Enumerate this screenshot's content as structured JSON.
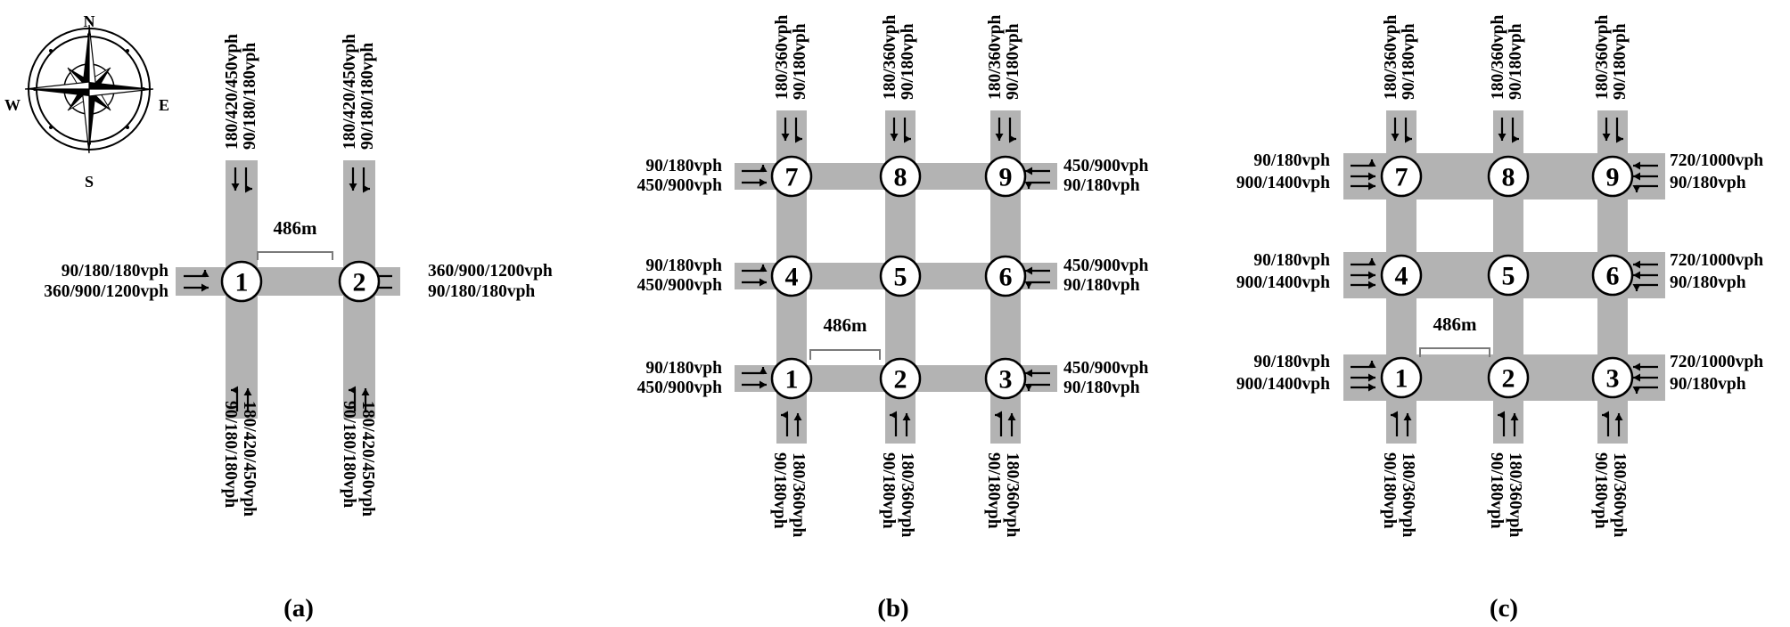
{
  "compass": {
    "north": "N",
    "east": "E",
    "south": "S",
    "west": "W"
  },
  "distance_label": "486m",
  "panels": [
    {
      "caption": "(a)",
      "nodes": [
        "1",
        "2"
      ],
      "north_labels": [
        {
          "line1": "180/420/450vph",
          "line2": "90/180/180vph"
        },
        {
          "line1": "180/420/450vph",
          "line2": "90/180/180vph"
        }
      ],
      "south_labels": [
        {
          "line1": "90/180/180vph",
          "line2": "180/420/450vph"
        },
        {
          "line1": "90/180/180vph",
          "line2": "180/420/450vph"
        }
      ],
      "west_labels": [
        {
          "line1": "90/180/180vph",
          "line2": "360/900/1200vph"
        }
      ],
      "east_labels": [
        {
          "line1": "360/900/1200vph",
          "line2": "90/180/180vph"
        }
      ]
    },
    {
      "caption": "(b)",
      "nodes": [
        "7",
        "8",
        "9",
        "4",
        "5",
        "6",
        "1",
        "2",
        "3"
      ],
      "north_labels": [
        {
          "line1": "180/360vph",
          "line2": "90/180vph"
        },
        {
          "line1": "180/360vph",
          "line2": "90/180vph"
        },
        {
          "line1": "180/360vph",
          "line2": "90/180vph"
        }
      ],
      "south_labels": [
        {
          "line1": "90/180vph",
          "line2": "180/360vph"
        },
        {
          "line1": "90/180vph",
          "line2": "180/360vph"
        },
        {
          "line1": "90/180vph",
          "line2": "180/360vph"
        }
      ],
      "west_labels": [
        {
          "line1": "90/180vph",
          "line2": "450/900vph"
        },
        {
          "line1": "90/180vph",
          "line2": "450/900vph"
        },
        {
          "line1": "90/180vph",
          "line2": "450/900vph"
        }
      ],
      "east_labels": [
        {
          "line1": "450/900vph",
          "line2": "90/180vph"
        },
        {
          "line1": "450/900vph",
          "line2": "90/180vph"
        },
        {
          "line1": "450/900vph",
          "line2": "90/180vph"
        }
      ]
    },
    {
      "caption": "(c)",
      "nodes": [
        "7",
        "8",
        "9",
        "4",
        "5",
        "6",
        "1",
        "2",
        "3"
      ],
      "north_labels": [
        {
          "line1": "180/360vph",
          "line2": "90/180vph"
        },
        {
          "line1": "180/360vph",
          "line2": "90/180vph"
        },
        {
          "line1": "180/360vph",
          "line2": "90/180vph"
        }
      ],
      "south_labels": [
        {
          "line1": "90/180vph",
          "line2": "180/360vph"
        },
        {
          "line1": "90/180vph",
          "line2": "180/360vph"
        },
        {
          "line1": "90/180vph",
          "line2": "180/360vph"
        }
      ],
      "west_labels": [
        {
          "line1": "90/180vph",
          "line2": "900/1400vph"
        },
        {
          "line1": "90/180vph",
          "line2": "900/1400vph"
        },
        {
          "line1": "90/180vph",
          "line2": "900/1400vph"
        }
      ],
      "east_labels": [
        {
          "line1": "720/1000vph",
          "line2": "90/180vph"
        },
        {
          "line1": "720/1000vph",
          "line2": "90/180vph"
        },
        {
          "line1": "720/1000vph",
          "line2": "90/180vph"
        }
      ]
    }
  ]
}
